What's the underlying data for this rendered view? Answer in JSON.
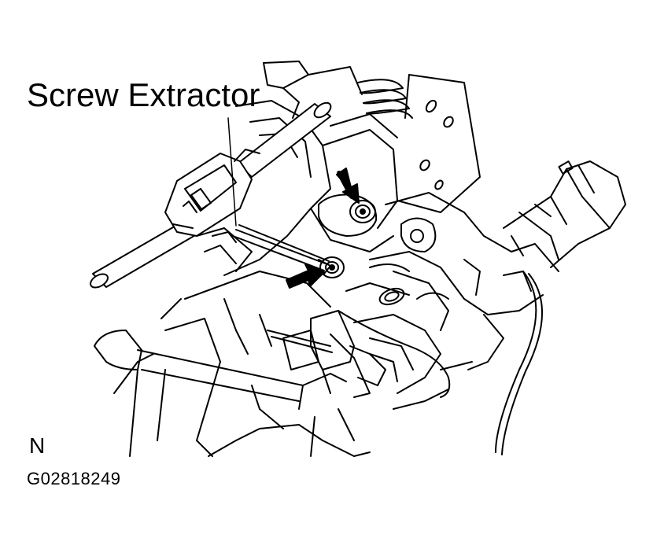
{
  "diagram": {
    "callout_label": "Screw Extractor",
    "orientation_mark": "N",
    "figure_code": "G02818249",
    "ink_color": "#000000",
    "paper_color": "#ffffff",
    "pictured_parts": [
      "tap-wrench-icon",
      "screw-extractor-bit",
      "steering-column-assembly",
      "bolt-head-icon",
      "pointer-arrow-icon",
      "connector-plug-icon",
      "wire-harness"
    ]
  }
}
